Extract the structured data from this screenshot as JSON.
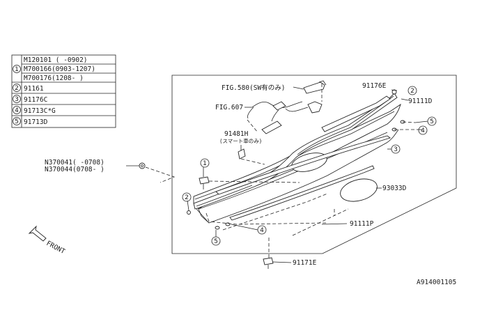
{
  "legend": {
    "rows": [
      {
        "num": "1",
        "lines": [
          "M120101 (  -0902)",
          "M700166(0903-1207)",
          "M700176(1208-  )"
        ]
      },
      {
        "num": "2",
        "lines": [
          "91161"
        ]
      },
      {
        "num": "3",
        "lines": [
          "91176C"
        ]
      },
      {
        "num": "4",
        "lines": [
          "91713C*G"
        ]
      },
      {
        "num": "5",
        "lines": [
          "91713D"
        ]
      }
    ]
  },
  "labels": {
    "fig580": "FIG.580(SW有のみ)",
    "fig607": "FIG.607",
    "p91481h": "91481H",
    "p91481h_note": "(スマート車のみ)",
    "p91176e": "91176E",
    "p91111d": "91111D",
    "p93033d": "93033D",
    "p91111p": "91111P",
    "p91171e": "91171E",
    "n370041": "N370041(  -0708)",
    "n370044": "N370044(0708-  )",
    "front": "FRONT",
    "drawing_code": "A914001105"
  },
  "callouts": {
    "c1": "1",
    "c2a": "2",
    "c2b": "2",
    "c3": "3",
    "c4a": "4",
    "c4b": "4",
    "c5a": "5",
    "c5b": "5"
  }
}
